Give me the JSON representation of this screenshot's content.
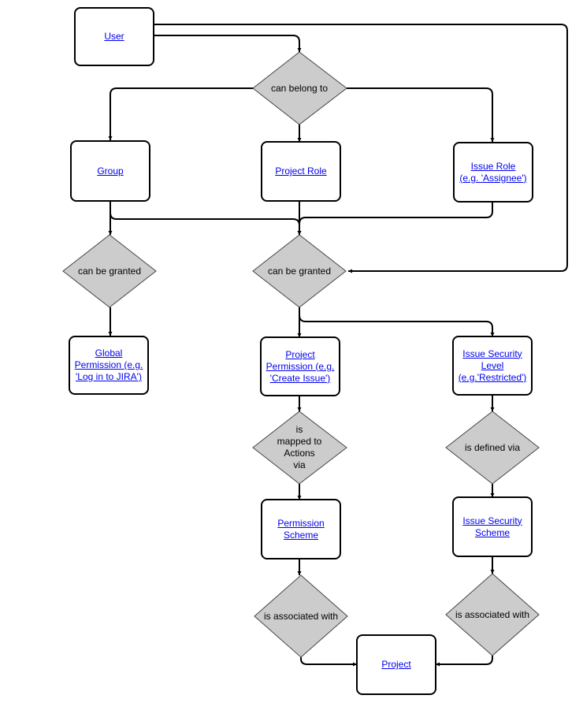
{
  "nodes": {
    "user": "User",
    "group": "Group",
    "project_role": "Project Role",
    "issue_role": "Issue Role\n(e.g. 'Assignee')",
    "global_permission": "Global\nPermission (e.g.\n'Log in to JIRA')",
    "project_permission": "Project\nPermission (e.g.\n'Create Issue')",
    "issue_security_level": "Issue Security\nLevel\n(e.g.'Restricted')",
    "permission_scheme": "Permission\nScheme",
    "issue_security_scheme": "Issue Security\nScheme",
    "project": "Project"
  },
  "decisions": {
    "can_belong_to": "can belong to",
    "can_be_granted_left": "can be granted",
    "can_be_granted_center": "can be granted",
    "mapped_to_actions": "is\nmapped to\nActions\nvia",
    "defined_via": "is defined via",
    "associated_with_left": "is associated with",
    "associated_with_right": "is associated with"
  },
  "colors": {
    "link": "#0000ee",
    "diamond_fill": "#cccccc",
    "stroke": "#000000"
  }
}
